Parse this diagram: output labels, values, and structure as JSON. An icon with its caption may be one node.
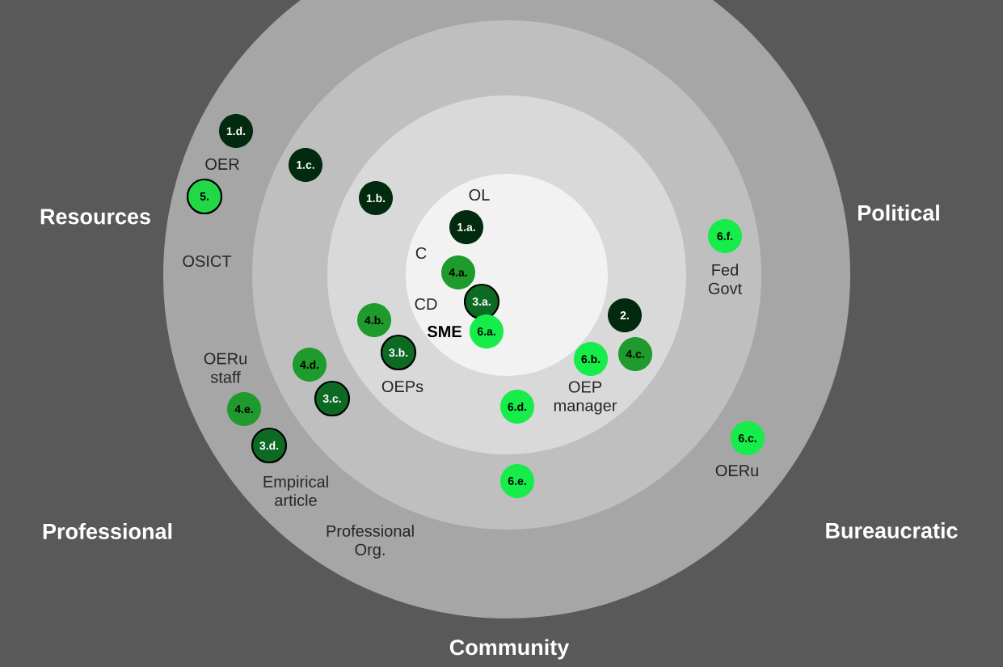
{
  "diagram": {
    "nodes": [
      {
        "text": [
          "1.d."
        ]
      },
      {
        "text": [
          "1.c."
        ]
      },
      {
        "text": [
          "5."
        ]
      },
      {
        "text": [
          "1.b."
        ]
      },
      {
        "text": [
          "1.a."
        ]
      },
      {
        "text": [
          "6.f."
        ]
      },
      {
        "text": [
          "4.a."
        ]
      },
      {
        "text": [
          "3.a."
        ]
      },
      {
        "text": [
          "2."
        ]
      },
      {
        "text": [
          "4.b."
        ]
      },
      {
        "text": [
          "6.a."
        ]
      },
      {
        "text": [
          "3.b."
        ]
      },
      {
        "text": [
          "4.c."
        ]
      },
      {
        "text": [
          "6.b."
        ]
      },
      {
        "text": [
          "4.d."
        ]
      },
      {
        "text": [
          "3.c."
        ]
      },
      {
        "text": [
          "6.d."
        ]
      },
      {
        "text": [
          "4.e."
        ]
      },
      {
        "text": [
          "6.c."
        ]
      },
      {
        "text": [
          "3.d."
        ]
      },
      {
        "text": [
          "6.e."
        ]
      }
    ],
    "labels": [
      "Resources",
      "Political",
      "OER",
      "OL",
      "OSICT",
      "C",
      "Fed Govt",
      "CD",
      "SME",
      "OERu staff",
      "OEPs",
      "OEP manager",
      "Empirical article",
      "OERu",
      "Professional",
      "Bureaucratic",
      "Professional Org.",
      "Community"
    ]
  }
}
